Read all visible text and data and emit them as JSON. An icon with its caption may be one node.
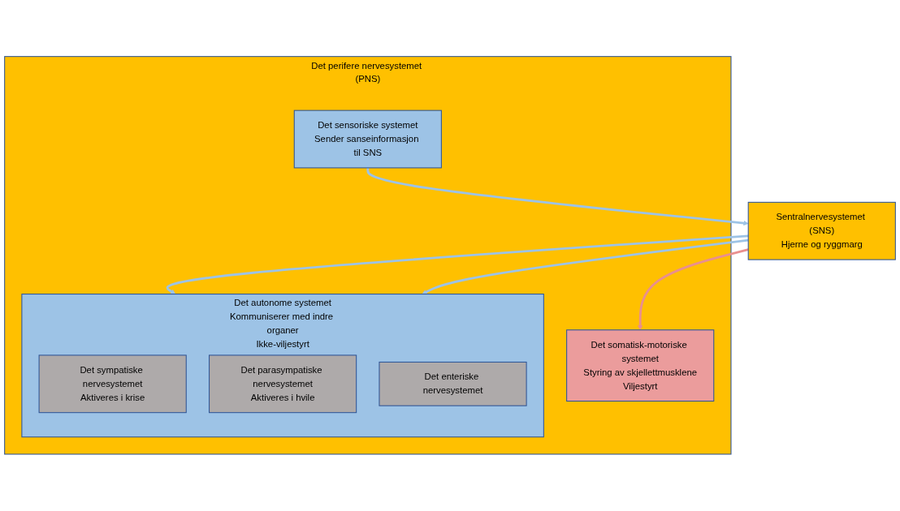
{
  "diagram": {
    "nodes": [
      {
        "text": [
          "Sentralnervesystemet (SNS)",
          "Hjerne og ryggmarg"
        ]
      },
      {
        "text": [
          "Det perifere nervesystemet (PNS)"
        ]
      },
      {
        "text": [
          "Det sensoriske systemet",
          "Sender sanseinformasjon til SNS"
        ],
        "in": 1
      },
      {
        "text": [
          "Det somatisk-motoriske systemet",
          "Styring av skjellettmusklene",
          "Viljestyrt"
        ],
        "in": 1
      },
      {
        "text": [
          "Det autonome systemet",
          "Kommuniserer med indre organer",
          "Ikke-viljestyrt"
        ],
        "in": 1
      },
      {
        "text": [
          "Det sympatiske nervesystemet",
          "Aktiveres i krise"
        ],
        "in": 4
      },
      {
        "text": [
          "Det parasympatiske nervesystemet",
          "Aktiveres i hvile"
        ],
        "in": 4
      },
      {
        "text": [
          "Det enteriske nervesystemet"
        ],
        "in": 4
      }
    ],
    "edges": [
      {
        "from": 2,
        "to": 0,
        "arrow": "to"
      },
      {
        "from": 0,
        "to": 3,
        "arrow": "to",
        "color": "#e98f8f"
      },
      {
        "from": 0,
        "to": 4,
        "arrow": "to"
      },
      {
        "from": 0,
        "to": 4,
        "arrow": "to"
      }
    ]
  }
}
